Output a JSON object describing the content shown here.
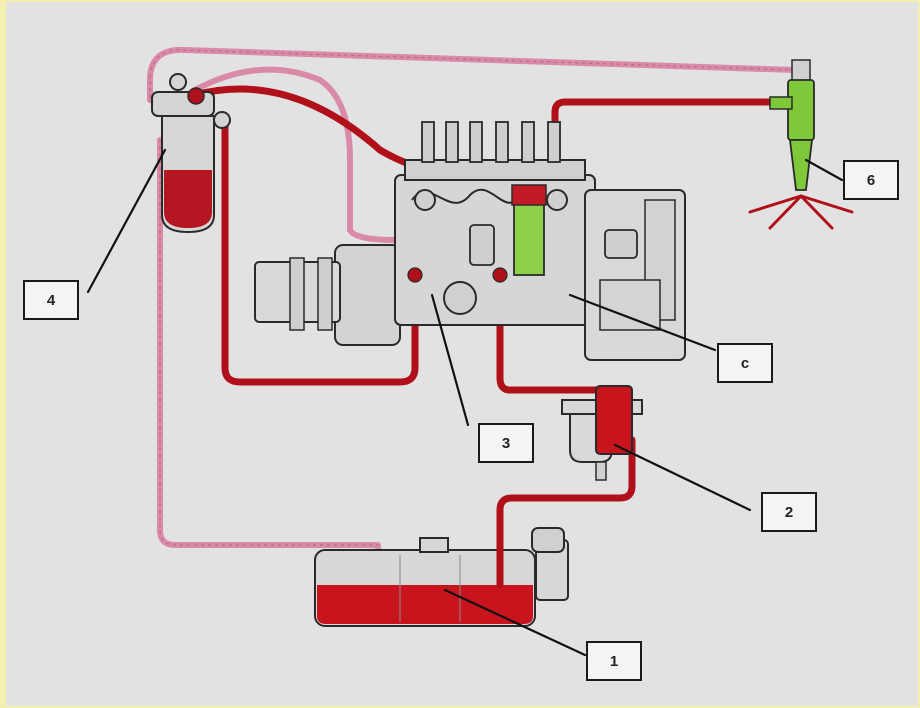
{
  "diagram": {
    "callouts": [
      {
        "id": "1",
        "label": "1"
      },
      {
        "id": "2",
        "label": "2"
      },
      {
        "id": "3",
        "label": "3"
      },
      {
        "id": "4",
        "label": "4"
      },
      {
        "id": "5",
        "label": "c"
      },
      {
        "id": "6",
        "label": "6"
      }
    ],
    "colors": {
      "fuel_line": "#b0101a",
      "return_line": "#d98aa8",
      "tank_fuel": "#c8141c",
      "injector": "#7ec83a",
      "outline": "#2a2a2a",
      "background": "#e2e2e2",
      "frame": "#f3efb0"
    },
    "icons": [
      "fuel-tank-icon",
      "fuel-filter-icon",
      "injection-pump-icon",
      "injector-icon",
      "water-separator-icon"
    ]
  }
}
